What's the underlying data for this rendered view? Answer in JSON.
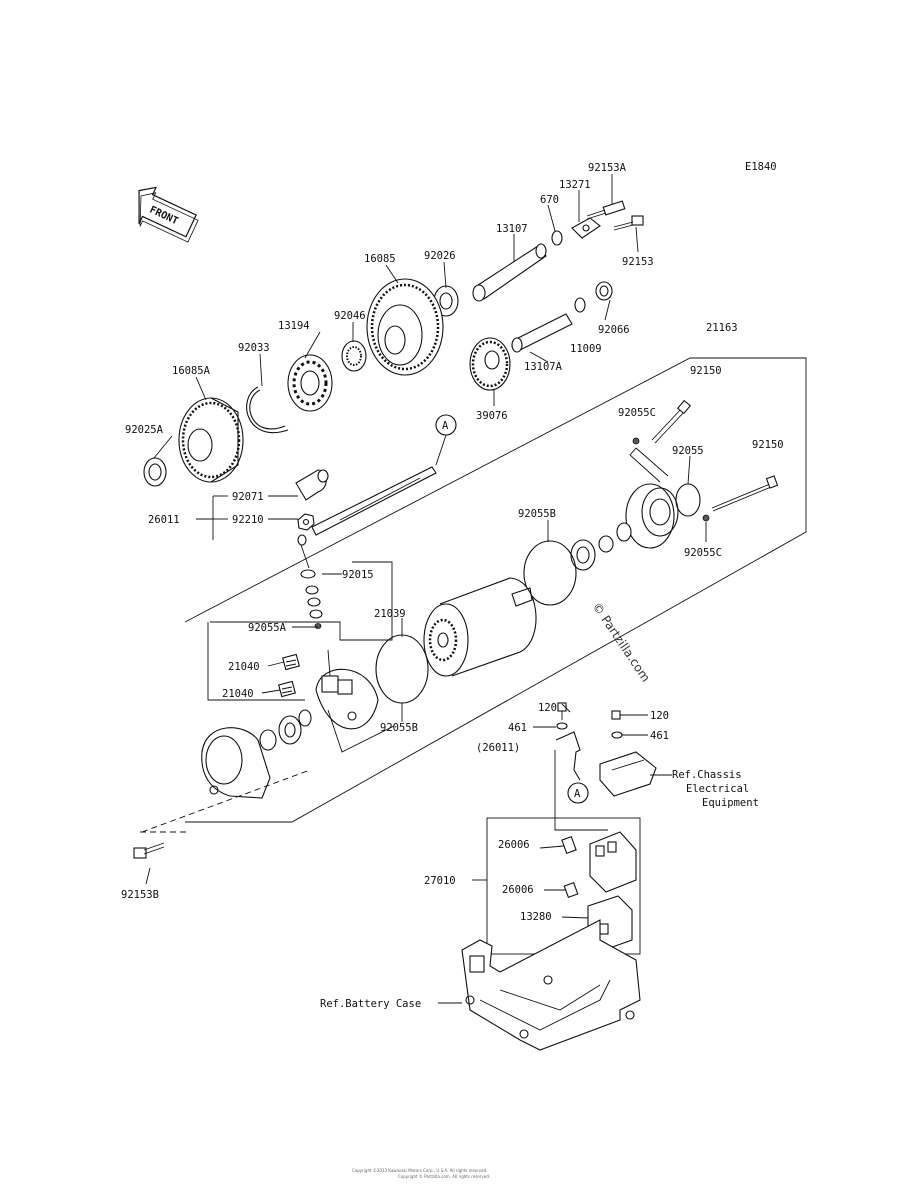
{
  "diagram_code": "E1840",
  "front_label": "FRONT",
  "watermark": "© Partzilla.com",
  "circle_ref": "A",
  "labels": {
    "p92153A": "92153A",
    "p13271": "13271",
    "p670": "670",
    "p13107": "13107",
    "p92153": "92153",
    "p16085": "16085",
    "p92026": "92026",
    "p13194": "13194",
    "p92046": "92046",
    "p92033": "92033",
    "p92066": "92066",
    "p11009": "11009",
    "p21163": "21163",
    "p16085A": "16085A",
    "p13107A": "13107A",
    "p92150a": "92150",
    "p39076": "39076",
    "p92055C_top": "92055C",
    "p92025A": "92025A",
    "p92055": "92055",
    "p92150b": "92150",
    "p92071": "92071",
    "p26011": "26011",
    "p92210": "92210",
    "p92055B_top": "92055B",
    "p92055C_bot": "92055C",
    "p92015": "92015",
    "p21039": "21039",
    "p92055A": "92055A",
    "p21040a": "21040",
    "p21040b": "21040",
    "p92055B_bot": "92055B",
    "p120a": "120",
    "p120b": "120",
    "p461a": "461",
    "p461b": "461",
    "p26011ref": "(26011)",
    "p26006a": "26006",
    "p26006b": "26006",
    "p27010": "27010",
    "p13280": "13280",
    "p92153B": "92153B"
  },
  "refs": {
    "chassis_1": "Ref.Chassis",
    "chassis_2": "Electrical",
    "chassis_3": "Equipment",
    "battery": "Ref.Battery Case"
  },
  "copyright": {
    "line1": "Copyright ©2013 Kawasaki Motors Corp., U.S.A. All rights reserved.",
    "line2": "Copyright © Partzilla.com. All rights reserved."
  }
}
